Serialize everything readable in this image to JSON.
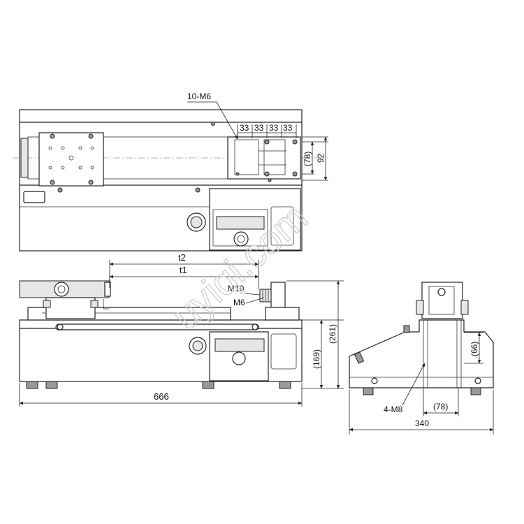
{
  "watermark": "uyiqi.com",
  "top_view": {
    "callout_holes": "10-M6",
    "hole_pitch": [
      "33",
      "33",
      "33",
      "33"
    ],
    "inner_height": "(78)",
    "outer_height": "92"
  },
  "front_view": {
    "stroke_t2": "t2",
    "stroke_t1": "t1",
    "thread_large": "M10",
    "thread_small": "M6",
    "overall_length": "666",
    "body_height": "(169)",
    "total_height": "(261)"
  },
  "side_view": {
    "mount_callout": "4-M8",
    "mount_spacing": "(78)",
    "depth": "340",
    "plate_height": "(66)"
  }
}
